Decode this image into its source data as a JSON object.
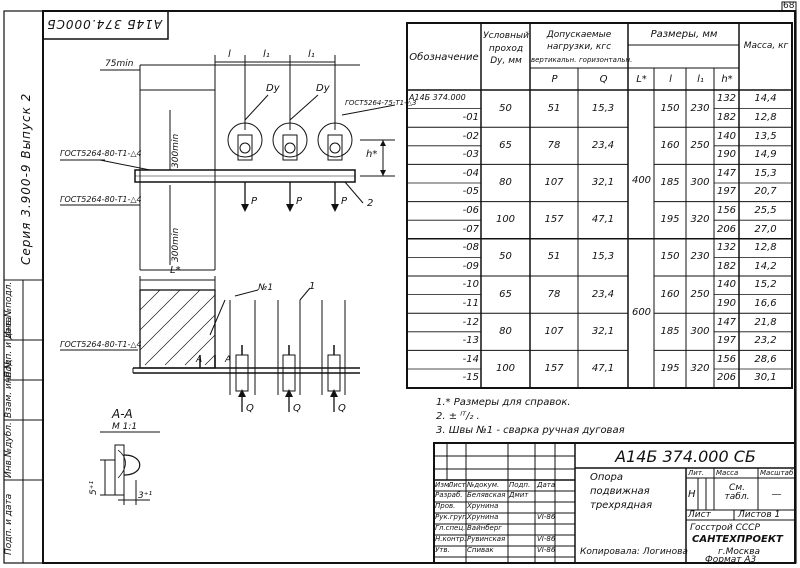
{
  "sheet_number": "68",
  "rotated_code": "А14Б 374.000СБ",
  "series": "Серия 3.900-9  Выпуск 2",
  "plan": {
    "dim_75": "75min",
    "dim_300_top": "300min",
    "dim_300_bottom": "300min",
    "l": "l",
    "l1a": "l₁",
    "l1b": "l₁",
    "dy1": "Dy",
    "dy2": "Dy",
    "weld_top": "ГОСТ5264-80-Т1-△4",
    "weld_mid": "ГОСТ5264-80-Т1-△4",
    "weld_right": "ГОСТ5264-75-Т1-△3",
    "p1": "P",
    "p2": "P",
    "p3": "P",
    "h_star": "h*",
    "part_2": "2"
  },
  "section_view": {
    "l_star": "L*",
    "weld_label": "№1",
    "part_1": "1",
    "weld_left": "ГОСТ5264-80-Т1-△4",
    "a_left": "А",
    "a_right": "А",
    "q1": "Q",
    "q2": "Q",
    "q3": "Q"
  },
  "detail": {
    "title": "А-А",
    "scale": "М 1:1",
    "dim5": "5⁺¹",
    "dim3": "3⁺¹"
  },
  "table": {
    "headers": {
      "designation": "Обозначение",
      "passage": "Условный проход Dу, мм",
      "loads": "Допускаемые нагрузки, кгс",
      "vertical": "вертикальн.",
      "horizontal": "горизонтальн.",
      "dims": "Размеры, мм",
      "mass": "Масса, кг",
      "P": "P",
      "Q": "Q",
      "L": "L*",
      "l": "l",
      "l1": "l₁",
      "h": "h*"
    },
    "rows": [
      {
        "d": "А14Б 374.000",
        "dy": "50",
        "p": "51",
        "q": "15,3",
        "l": "150",
        "l1": "230",
        "h": "132",
        "m": "14,4"
      },
      {
        "d": "-01",
        "h": "182",
        "m": "12,8"
      },
      {
        "d": "-02",
        "dy": "65",
        "p": "78",
        "q": "23,4",
        "l": "160",
        "l1": "250",
        "h": "140",
        "m": "13,5"
      },
      {
        "d": "-03",
        "h": "190",
        "m": "14,9"
      },
      {
        "d": "-04",
        "dy": "80",
        "p": "107",
        "q": "32,1",
        "l": "185",
        "l1": "300",
        "h": "147",
        "m": "15,3"
      },
      {
        "d": "-05",
        "h": "197",
        "m": "20,7"
      },
      {
        "d": "-06",
        "dy": "100",
        "p": "157",
        "q": "47,1",
        "l": "195",
        "l1": "320",
        "h": "156",
        "m": "25,5"
      },
      {
        "d": "-07",
        "h": "206",
        "m": "27,0"
      },
      {
        "d": "-08",
        "dy": "50",
        "p": "51",
        "q": "15,3",
        "l": "150",
        "l1": "230",
        "h": "132",
        "m": "12,8"
      },
      {
        "d": "-09",
        "h": "182",
        "m": "14,2"
      },
      {
        "d": "-10",
        "dy": "65",
        "p": "78",
        "q": "23,4",
        "l": "160",
        "l1": "250",
        "h": "140",
        "m": "15,2"
      },
      {
        "d": "-11",
        "h": "190",
        "m": "16,6"
      },
      {
        "d": "-12",
        "dy": "80",
        "p": "107",
        "q": "32,1",
        "l": "185",
        "l1": "300",
        "h": "147",
        "m": "21,8"
      },
      {
        "d": "-13",
        "h": "197",
        "m": "23,2"
      },
      {
        "d": "-14",
        "dy": "100",
        "p": "157",
        "q": "47,1",
        "l": "195",
        "l1": "320",
        "h": "156",
        "m": "28,6"
      },
      {
        "d": "-15",
        "h": "206",
        "m": "30,1"
      }
    ],
    "L_group1": "400",
    "L_group2": "600"
  },
  "notes": {
    "n1": "1.* Размеры для справок.",
    "n2": "2. ± ᴵᵀ/₂ .",
    "n3": "3. Швы №1 - сварка ручная дуговая"
  },
  "title_block": {
    "code": "А14Б 374.000 СБ",
    "name_l1": "Опора",
    "name_l2": "подвижная",
    "name_l3": "трехрядная",
    "col_izm": "Изм.",
    "col_list": "Лист",
    "col_doc": "№докум.",
    "col_sign": "Подп.",
    "col_date": "Дата",
    "roles": [
      {
        "role": "Разраб.",
        "name": "Белявская",
        "sign": "Дмит",
        "date": ""
      },
      {
        "role": "Пров.",
        "name": "Хрунина",
        "sign": "",
        "date": ""
      },
      {
        "role": "Рук.груп.",
        "name": "Хрунина",
        "sign": "",
        "date": "VI-86"
      },
      {
        "role": "Гл.спец.",
        "name": "Вайнберг",
        "sign": "",
        "date": ""
      },
      {
        "role": "Н.контр.",
        "name": "Рувинская",
        "sign": "",
        "date": "VI-86"
      },
      {
        "role": "Утв.",
        "name": "Спивак",
        "sign": "",
        "date": "VI-86"
      }
    ],
    "lit": "Лит.",
    "mass": "Масса",
    "scale": "Масштаб",
    "lit_val": "Н",
    "mass_val": "См. табл.",
    "scale_val": "—",
    "sheet": "Лист",
    "sheets": "Листов 1",
    "org1": "Госстрой СССР",
    "org2": "САНТЕХПРОЕКТ",
    "org3": "г.Москва",
    "copied": "Копировала: Логинова",
    "format": "Формат А3"
  },
  "side_stamp": {
    "c1": "Инв.№подл.",
    "c2": "Подп. и дата",
    "c3": "Взам. инв.№",
    "c4": "Инв.№дубл.",
    "c5": "Подп. и дата"
  }
}
